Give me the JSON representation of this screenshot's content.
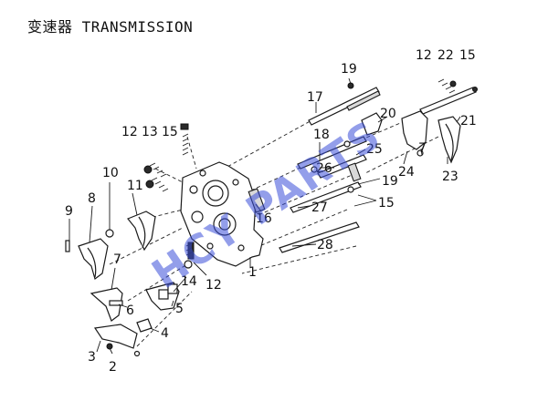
{
  "title": "变速器 TRANSMISSION",
  "watermark": "HCY PARTS",
  "callouts": [
    "1",
    "2",
    "3",
    "4",
    "5",
    "6",
    "7",
    "7",
    "8",
    "9",
    "10",
    "11",
    "12",
    "12",
    "12",
    "13",
    "14",
    "15",
    "15",
    "15",
    "16",
    "17",
    "18",
    "19",
    "19",
    "20",
    "21",
    "22",
    "23",
    "24",
    "25",
    "26",
    "27",
    "28"
  ],
  "colors": {
    "ink": "#1a1a1a",
    "watermark": "#3b4fd8"
  }
}
